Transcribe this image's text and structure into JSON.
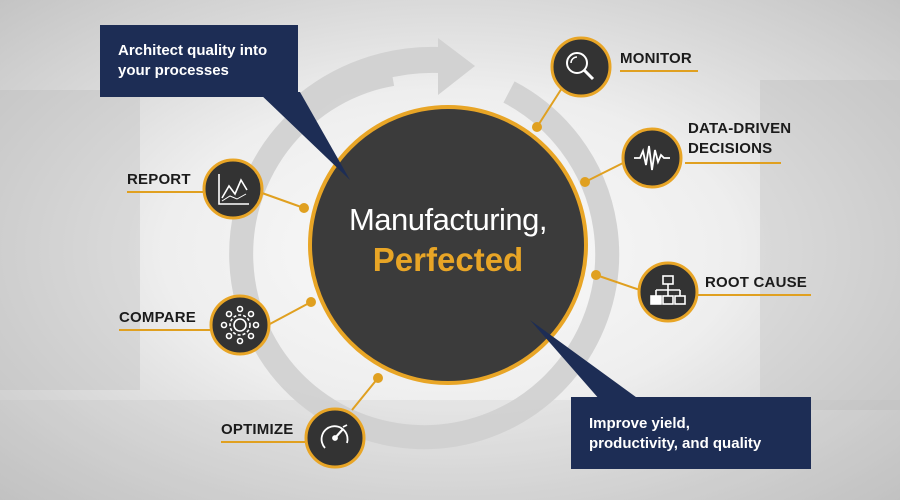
{
  "center": {
    "line1": "Manufacturing,",
    "line2": "Perfected"
  },
  "callouts": {
    "top_left": {
      "line1": "Architect quality into",
      "line2": "your processes"
    },
    "bottom_right": {
      "line1": "Improve yield,",
      "line2": "productivity, and quality"
    }
  },
  "nodes": {
    "monitor": {
      "label": "MONITOR",
      "icon": "magnifier-icon"
    },
    "data_driven": {
      "line1": "DATA-DRIVEN",
      "line2": "DECISIONS",
      "icon": "waveform-icon"
    },
    "root_cause": {
      "label": "ROOT CAUSE",
      "icon": "hierarchy-icon"
    },
    "report": {
      "label": "REPORT",
      "icon": "line-chart-icon"
    },
    "compare": {
      "label": "COMPARE",
      "icon": "gear-network-icon"
    },
    "optimize": {
      "label": "OPTIMIZE",
      "icon": "speedometer-icon"
    }
  },
  "colors": {
    "accent": "#e8a526",
    "dark": "#3a3a3a",
    "navy": "#1d2d55"
  }
}
